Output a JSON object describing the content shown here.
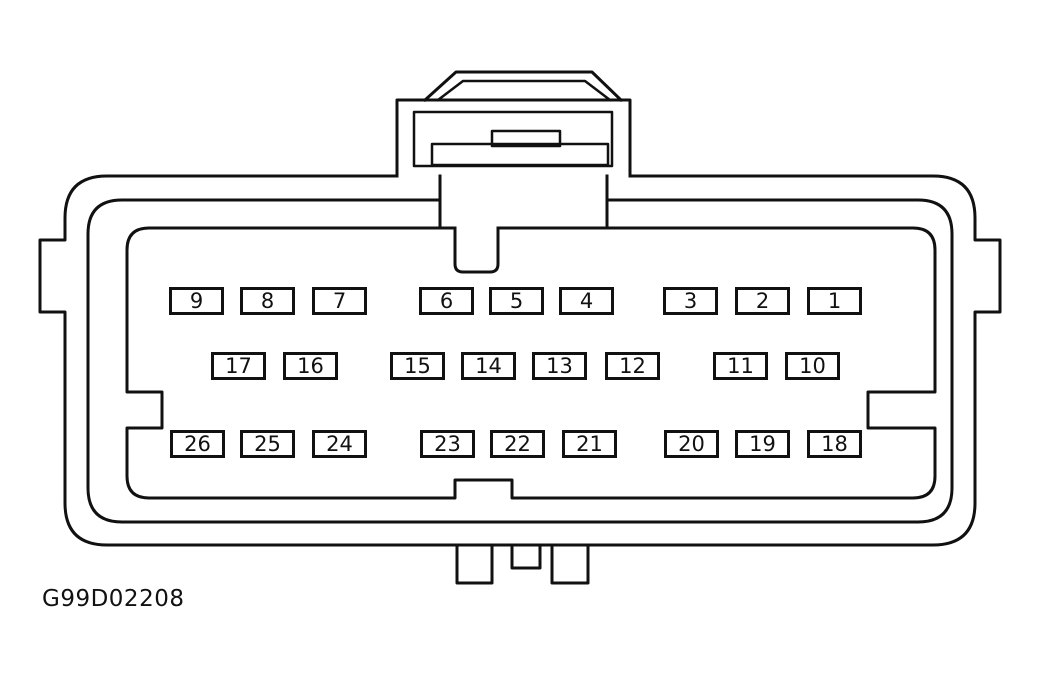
{
  "figure": {
    "code_label": "G99D02208"
  },
  "connector": {
    "type": "connector-pinout-face-view",
    "pin_count": 26,
    "rows": [
      [
        "9",
        "8",
        "7",
        "6",
        "5",
        "4",
        "3",
        "2",
        "1"
      ],
      [
        "17",
        "16",
        "15",
        "14",
        "13",
        "12",
        "11",
        "10"
      ],
      [
        "26",
        "25",
        "24",
        "23",
        "22",
        "21",
        "20",
        "19",
        "18"
      ]
    ]
  },
  "colors": {
    "line": "#111111",
    "background": "#ffffff"
  }
}
